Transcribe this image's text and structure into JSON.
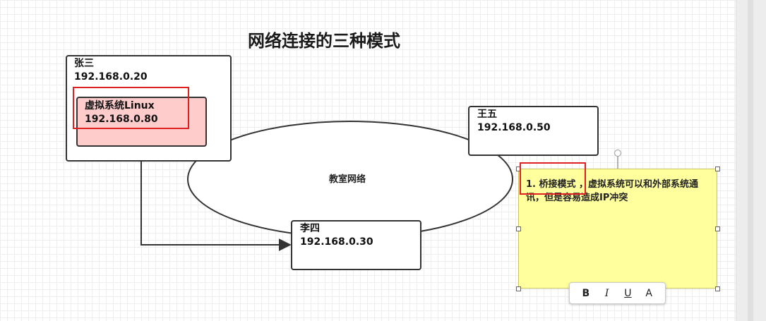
{
  "title": "网络连接的三种模式",
  "nodes": {
    "zhangsan": {
      "name": "张三",
      "ip": "192.168.0.20"
    },
    "vm": {
      "name": "虚拟系统Linux",
      "ip": "192.168.0.80"
    },
    "wangwu": {
      "name": "王五",
      "ip": "192.168.0.50"
    },
    "lisi": {
      "name": "李四",
      "ip": "192.168.0.30"
    }
  },
  "network_label": "教室网络",
  "note": {
    "text": "1. 桥接模式 ，虚拟系统可以和外部系统通讯，但是容易造成IP冲突"
  },
  "toolbar": {
    "bold": "B",
    "italic": "I",
    "underline": "U",
    "font_color": "A"
  },
  "colors": {
    "vm_fill": "#ffcccc",
    "note_fill": "#ffff9e",
    "highlight": "#e02020"
  }
}
